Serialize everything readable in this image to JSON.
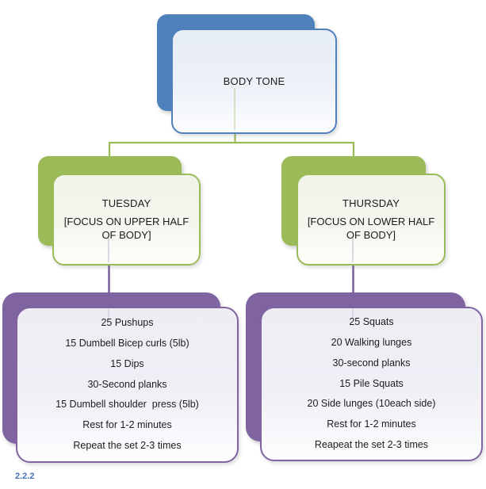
{
  "colors": {
    "blue": "#4f81bd",
    "green": "#9bbb59",
    "purple": "#8064a2",
    "footer_text": "#4374b9"
  },
  "root_node": {
    "title": "BODY TONE"
  },
  "branches": [
    {
      "title": "TUESDAY",
      "subtitle_lines": [
        "[FOCUS ON UPPER HALF",
        "OF BODY]"
      ],
      "exercises": [
        "25 Pushups",
        "15 Dumbell Bicep curls (5lb)",
        "15 Dips",
        "30-Second planks",
        "15 Dumbell shoulder  press (5lb)",
        "Rest for 1-2 minutes",
        "Repeat the set 2-3 times"
      ]
    },
    {
      "title": "THURSDAY",
      "subtitle_lines": [
        "[FOCUS ON LOWER HALF",
        "OF BODY]"
      ],
      "exercises": [
        "25 Squats",
        "20 Walking lunges",
        "30-second planks",
        "15 Pile Squats",
        "20 Side lunges (10each side)",
        "Rest for 1-2 minutes",
        "Reapeat the set 2-3 times"
      ]
    }
  ],
  "footer": {
    "label": "2.2.2"
  }
}
